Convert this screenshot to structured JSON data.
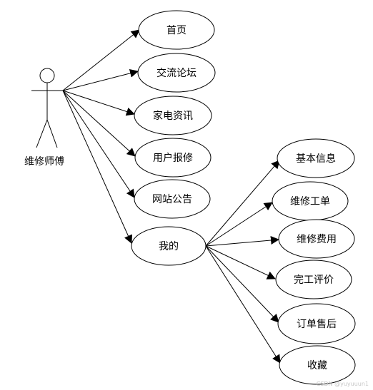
{
  "actor": {
    "label": "维修师傅"
  },
  "use_cases": [
    {
      "id": "home",
      "label": "首页"
    },
    {
      "id": "forum",
      "label": "交流论坛"
    },
    {
      "id": "appliance-info",
      "label": "家电资讯"
    },
    {
      "id": "user-report",
      "label": "用户报修"
    },
    {
      "id": "site-notice",
      "label": "网站公告"
    },
    {
      "id": "mine",
      "label": "我的"
    }
  ],
  "sub_use_cases": [
    {
      "id": "basic-info",
      "label": "基本信息"
    },
    {
      "id": "repair-order",
      "label": "维修工单"
    },
    {
      "id": "repair-fee",
      "label": "维修费用"
    },
    {
      "id": "completion-review",
      "label": "完工评价"
    },
    {
      "id": "after-sales",
      "label": "订单售后"
    },
    {
      "id": "favorites",
      "label": "收藏"
    }
  ],
  "watermark": "CSDN @yuyuuun1"
}
